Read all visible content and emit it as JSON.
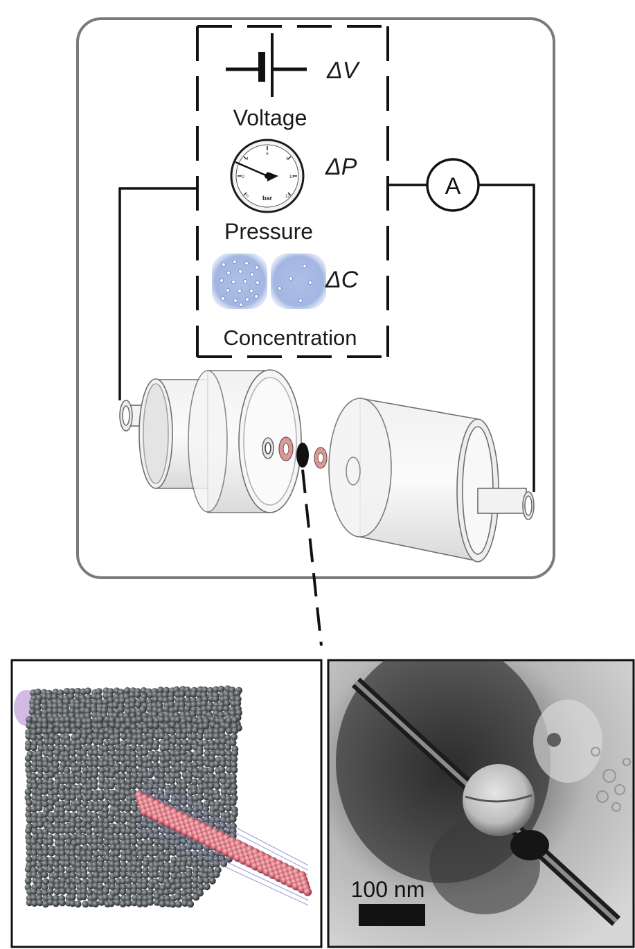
{
  "diagram": {
    "labels": {
      "voltage": "Voltage",
      "pressure": "Pressure",
      "concentration": "Concentration"
    },
    "deltas": {
      "voltage": "ΔV",
      "pressure": "ΔP",
      "concentration": "ΔC"
    },
    "ammeter": "A",
    "gauge_unit": "bar"
  },
  "micrograph": {
    "scale_bar": "100 nm"
  },
  "colors": {
    "frame": "#7a7a7a",
    "wire": "#111111",
    "solution": "#9fb4e0",
    "cnt_red": "#d5707a",
    "cnt_blue": "#7d7fd0",
    "matrix": "#555a5e"
  },
  "icons": [
    "battery-icon",
    "pressure-gauge-icon",
    "ammeter-icon",
    "membrane-disk-icon"
  ]
}
